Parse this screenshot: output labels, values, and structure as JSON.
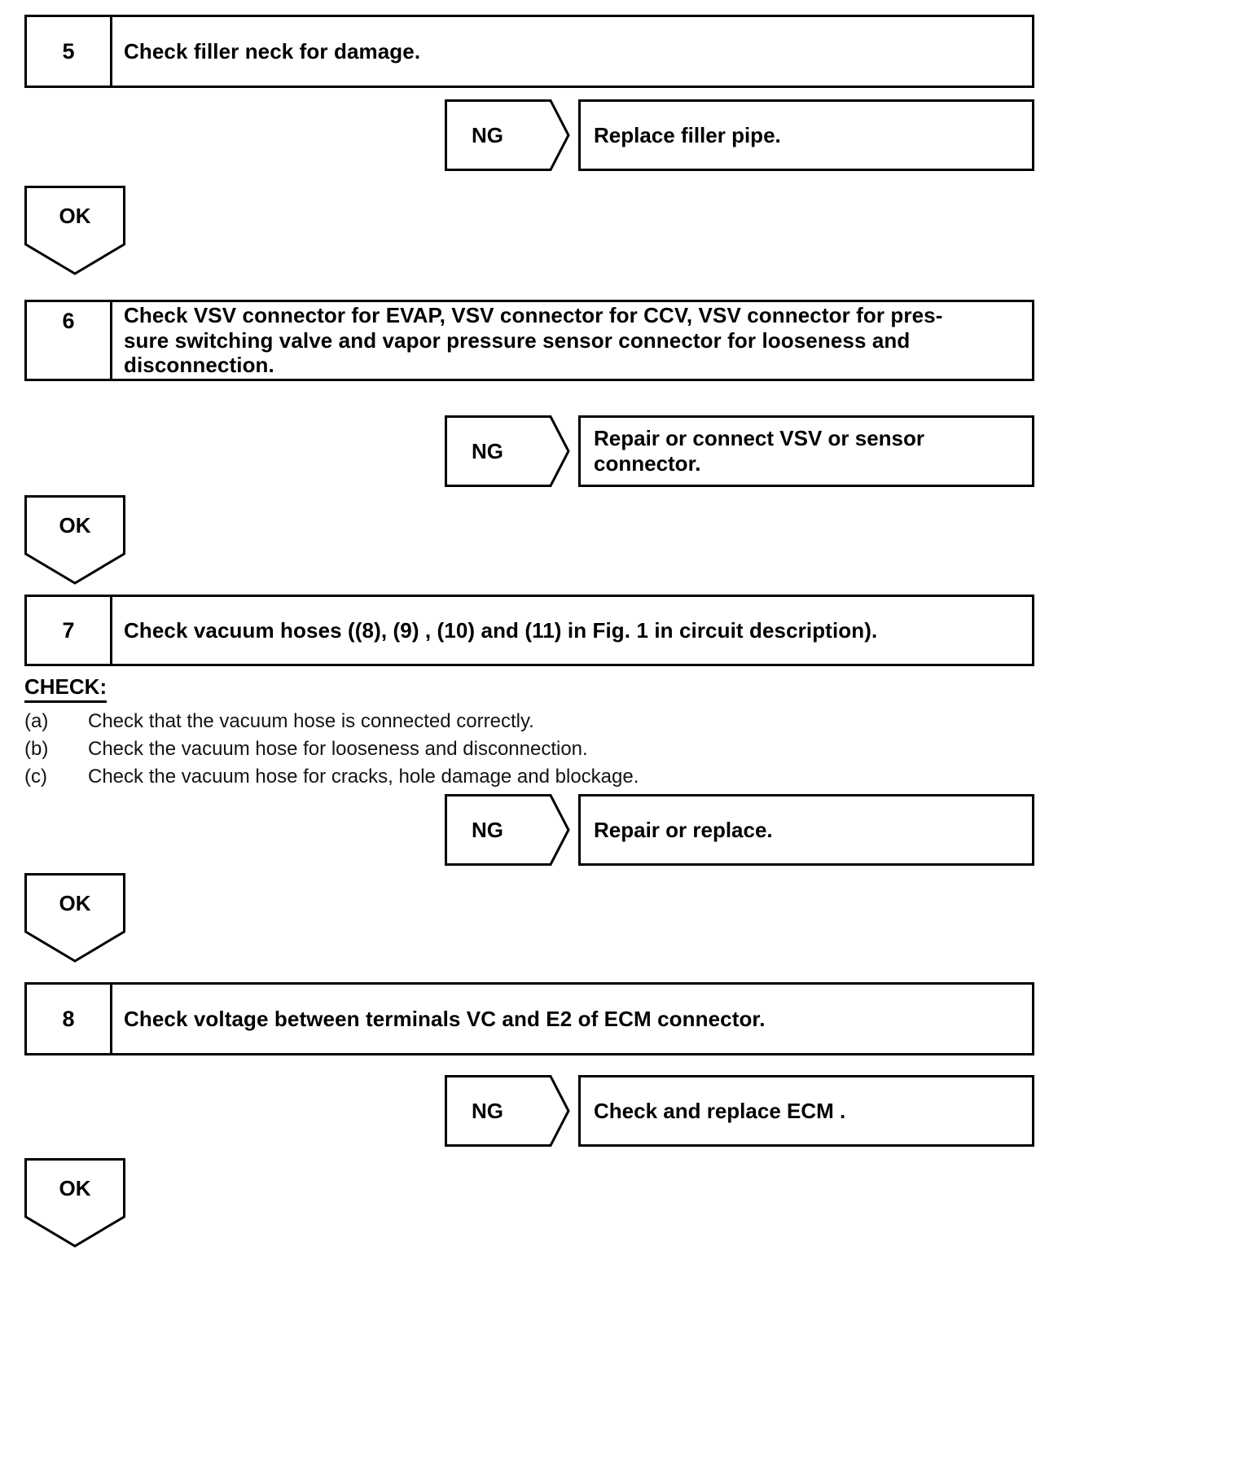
{
  "document": {
    "type": "diagnostic-flowchart",
    "title": "EVAP system diagnostic flow (steps 5-8)"
  },
  "steps": [
    {
      "number": "5",
      "text": "Check filler neck for damage.",
      "ng": {
        "label": "NG",
        "action": "Replace filler pipe."
      },
      "ok": {
        "label": "OK"
      }
    },
    {
      "number": "6",
      "text": "Check VSV connector for EVAP, VSV connector for CCV, VSV connector for pres-sure switching valve and vapor pressure sensor connector for looseness and disconnection.",
      "line1": "Check VSV connector for EVAP, VSV connector for CCV, VSV connector for pres-",
      "line2": "sure switching valve and vapor pressure sensor connector for looseness and",
      "line3": "disconnection.",
      "ng": {
        "label": "NG",
        "action": "Repair or connect VSV or sensor connector."
      },
      "ok": {
        "label": "OK"
      }
    },
    {
      "number": "7",
      "text": "Check vacuum hoses ((8), (9) , (10) and (11) in Fig. 1 in circuit description).",
      "ng": {
        "label": "NG",
        "action": "Repair or replace."
      },
      "ok": {
        "label": "OK"
      }
    },
    {
      "number": "8",
      "text": "Check voltage between terminals VC and E2 of ECM connector.",
      "ng": {
        "label": "NG",
        "action": "Check and replace ECM ."
      },
      "ok": {
        "label": "OK"
      }
    }
  ],
  "check_block": {
    "title": "CHECK:",
    "items": [
      {
        "mark": "(a)",
        "body": "Check that the vacuum hose is connected correctly."
      },
      {
        "mark": "(b)",
        "body": "Check the vacuum hose for looseness and disconnection."
      },
      {
        "mark": "(c)",
        "body": "Check the vacuum hose for cracks, hole damage and blockage."
      }
    ]
  },
  "colors": {
    "ink": "#000000",
    "paper": "#ffffff"
  }
}
